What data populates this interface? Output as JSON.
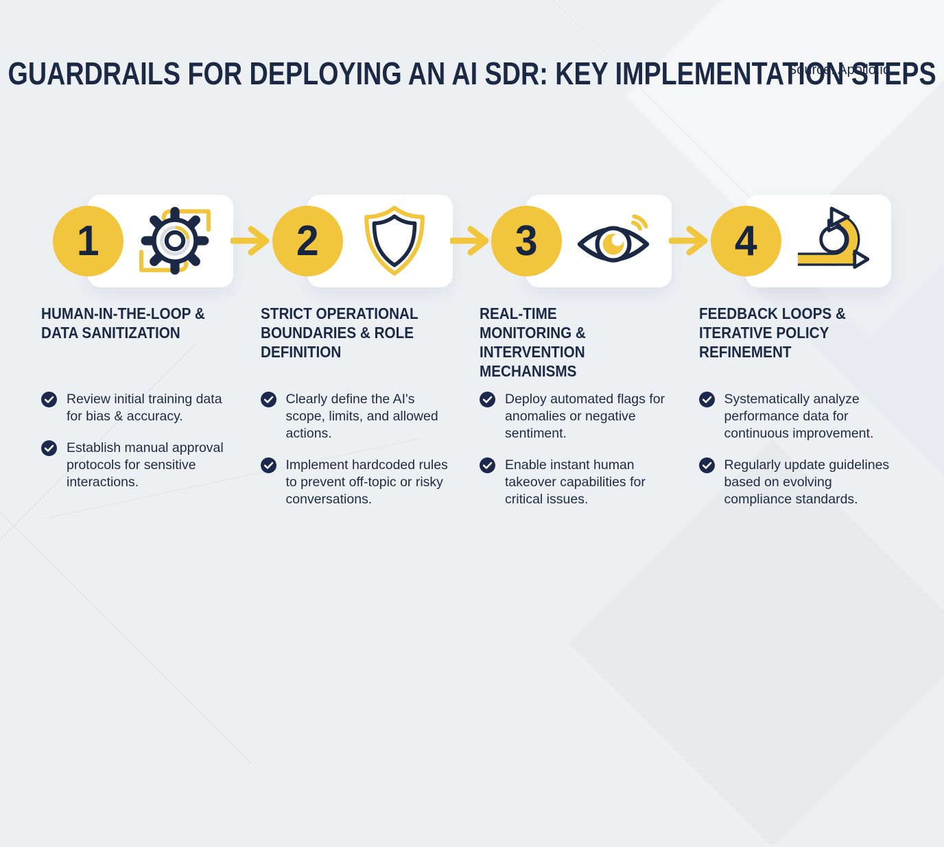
{
  "title": "GUARDRAILS FOR DEPLOYING AN AI SDR: KEY IMPLEMENTATION STEPS",
  "source": "Source: Apollo.io",
  "colors": {
    "background": "#EDF0F3",
    "accent_yellow": "#F2C63C",
    "navy": "#1B2945",
    "card": "#FFFFFF"
  },
  "flow": {
    "direction": "left-to-right",
    "connector": "arrow-right-icon"
  },
  "steps": [
    {
      "number": "1",
      "icon": "gear-icon",
      "title": "HUMAN-IN-THE-LOOP & DATA SANITIZATION",
      "bullets": [
        "Review initial training data for bias & accuracy.",
        "Establish manual approval protocols for sensitive interactions."
      ]
    },
    {
      "number": "2",
      "icon": "shield-icon",
      "title": "STRICT OPERATIONAL BOUNDARIES & ROLE DEFINITION",
      "bullets": [
        "Clearly define the AI's scope, limits, and allowed actions.",
        "Implement hardcoded rules to prevent off-topic or risky conversations."
      ]
    },
    {
      "number": "3",
      "icon": "eye-monitoring-icon",
      "title": "REAL-TIME MONITORING & INTERVENTION MECHANISMS",
      "bullets": [
        "Deploy automated flags for anomalies or negative sentiment.",
        "Enable instant human takeover capabilities for critical issues."
      ]
    },
    {
      "number": "4",
      "icon": "iteration-loop-icon",
      "title": "FEEDBACK LOOPS & ITERATIVE POLICY REFINEMENT",
      "bullets": [
        "Systematically analyze performance data for continuous improvement.",
        "Regularly update guidelines based on evolving compliance standards."
      ]
    }
  ]
}
